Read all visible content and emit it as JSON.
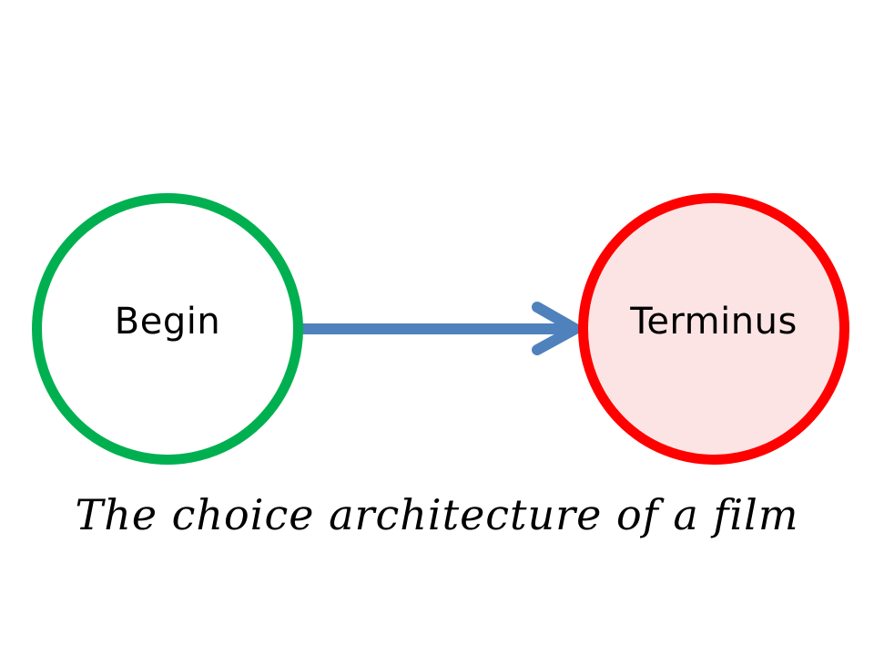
{
  "diagram": {
    "start_node": {
      "label": "Begin",
      "border_color": "#00b050",
      "fill_color": "#ffffff"
    },
    "end_node": {
      "label": "Terminus",
      "border_color": "#ff0000",
      "fill_color": "#fde4e4"
    },
    "connector": {
      "color": "#4f81bd",
      "direction": "start-to-end"
    },
    "caption": "The choice architecture of a film"
  }
}
